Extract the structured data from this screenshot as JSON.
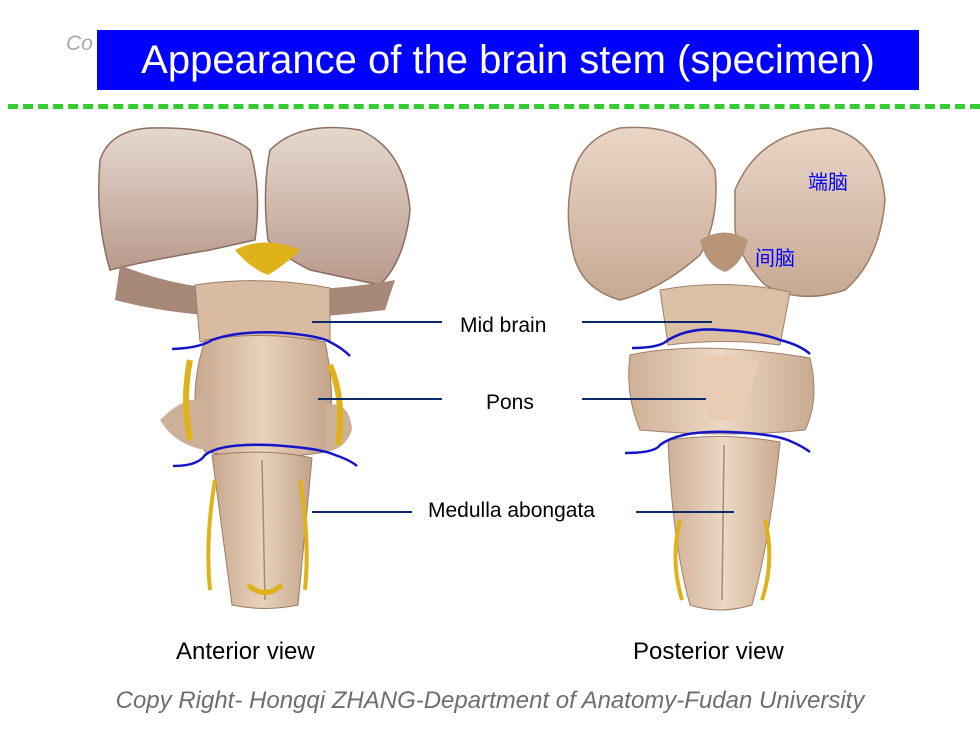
{
  "slide": {
    "title_fragment": "Co",
    "title": "Appearance of the brain stem (specimen)",
    "labels": {
      "mid_brain": "Mid brain",
      "pons": "Pons",
      "medulla": "Medulla abongata"
    },
    "chinese_labels": {
      "telencephalon": "端脑",
      "diencephalon": "间脑"
    },
    "views": {
      "anterior": "Anterior view",
      "posterior": "Posterior view"
    },
    "copyright": "Copy Right- Hongqi ZHANG-Department of Anatomy-Fudan University"
  },
  "colors": {
    "title_bg": "#0000ff",
    "divider": "#33cc33",
    "boundary_lines": "#1414c8",
    "leader_lines": "#0a2a6b",
    "nerve": "#e0b21a",
    "tissue": "#dcc0a6"
  }
}
